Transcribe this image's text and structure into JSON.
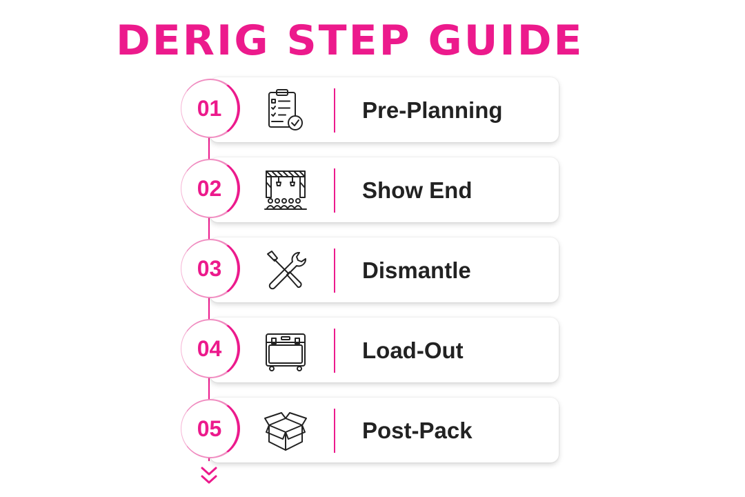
{
  "title": "DERIG STEP GUIDE",
  "accent_color": "#ec1a8c",
  "steps": [
    {
      "number": "01",
      "label": "Pre-Planning",
      "icon": "clipboard-checklist-icon"
    },
    {
      "number": "02",
      "label": "Show End",
      "icon": "stage-audience-icon"
    },
    {
      "number": "03",
      "label": "Dismantle",
      "icon": "wrench-screwdriver-icon"
    },
    {
      "number": "04",
      "label": "Load-Out",
      "icon": "road-case-icon"
    },
    {
      "number": "05",
      "label": "Post-Pack",
      "icon": "open-box-icon"
    }
  ]
}
